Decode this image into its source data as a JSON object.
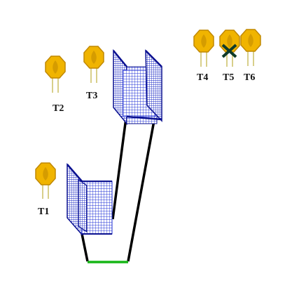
{
  "colors": {
    "background": "#ffffff",
    "sensor_gold": "#f0b400",
    "sensor_gold_dark": "#c08800",
    "sensor_leg": "#d8cf8a",
    "mesh_blue": "#1f2fd6",
    "mesh_blue_dark": "#0a1090",
    "cable_black": "#000000",
    "cable_green": "#16b616",
    "cross_mark": "#0f3b2a"
  },
  "sensors": [
    {
      "id": "T1",
      "label": "T1",
      "failed": false
    },
    {
      "id": "T2",
      "label": "T2",
      "failed": false
    },
    {
      "id": "T3",
      "label": "T3",
      "failed": false
    },
    {
      "id": "T4",
      "label": "T4",
      "failed": false
    },
    {
      "id": "T5",
      "label": "T5",
      "failed": true
    },
    {
      "id": "T6",
      "label": "T6",
      "failed": false
    }
  ]
}
